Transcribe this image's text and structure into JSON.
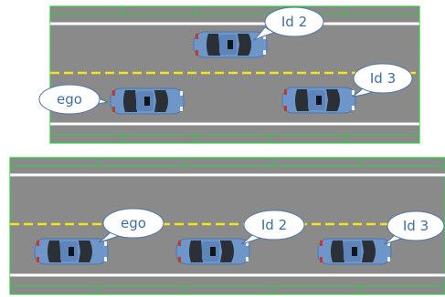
{
  "scenes": [
    {
      "id": "top",
      "vehicles": [
        {
          "id": "veh-id2",
          "label": "Id 2",
          "lane": "upper"
        },
        {
          "id": "veh-ego",
          "label": "ego",
          "lane": "lower"
        },
        {
          "id": "veh-id3",
          "label": "Id 3",
          "lane": "lower"
        }
      ]
    },
    {
      "id": "bottom",
      "vehicles": [
        {
          "id": "veh-ego",
          "label": "ego",
          "lane": "lower"
        },
        {
          "id": "veh-id2",
          "label": "Id 2",
          "lane": "lower"
        },
        {
          "id": "veh-id3",
          "label": "Id 3",
          "lane": "lower"
        }
      ]
    }
  ],
  "colors": {
    "road": "#8a8a8a",
    "lane_border": "#ffffff",
    "center_line": "#f2e51a",
    "grid": "#2ecc40",
    "car_body": "#6f96c9",
    "car_glass": "#2b2f36",
    "bubble_text": "#3f6f9f"
  }
}
